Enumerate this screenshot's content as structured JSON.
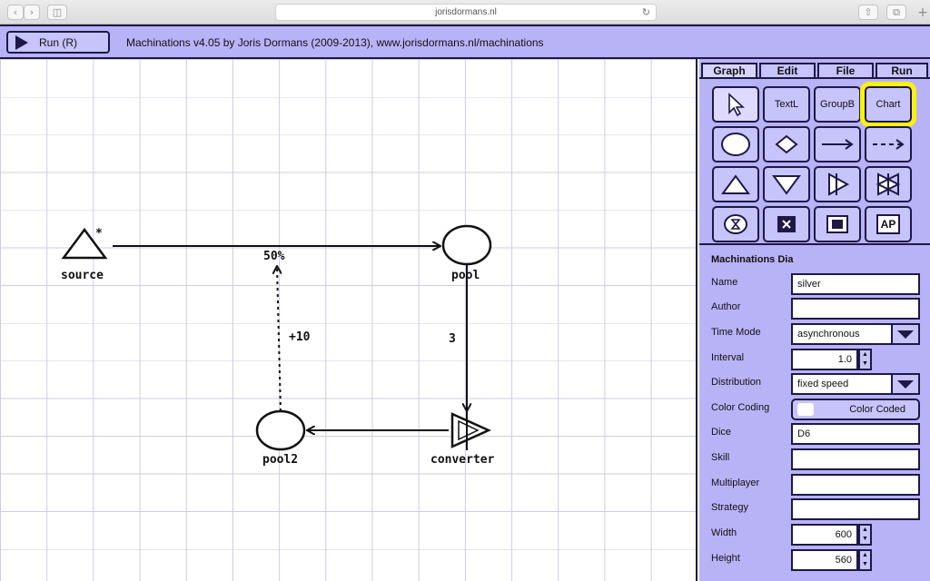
{
  "browser": {
    "url": "jorisdormans.nl"
  },
  "app": {
    "run_label": "Run (R)",
    "title": "Machinations v4.05 by Joris Dormans (2009-2013), www.jorisdormans.nl/machinations"
  },
  "diagram": {
    "source_label": "source",
    "source_mark": "*",
    "pool_label": "pool",
    "pool2_label": "pool2",
    "converter_label": "converter",
    "edge_source_pool": "50%",
    "edge_pool2_label": "+10",
    "edge_pool_converter": "3"
  },
  "panel": {
    "tabs": [
      "Graph",
      "Edit",
      "File",
      "Run"
    ],
    "tools": [
      "TextL",
      "GroupB",
      "Chart",
      "AP"
    ],
    "props_title": "Machinations Dia",
    "labels": {
      "name": "Name",
      "author": "Author",
      "time_mode": "Time Mode",
      "interval": "Interval",
      "distribution": "Distribution",
      "color_coding": "Color Coding",
      "dice": "Dice",
      "skill": "Skill",
      "multiplayer": "Multiplayer",
      "strategy": "Strategy",
      "width": "Width",
      "height": "Height"
    },
    "values": {
      "name": "silver",
      "author": "",
      "time_mode": "asynchronous",
      "interval": "1.0",
      "distribution": "fixed speed",
      "color_coding": "Color Coded",
      "dice": "D6",
      "skill": "",
      "multiplayer": "",
      "strategy": "",
      "width": "600",
      "height": "560"
    }
  },
  "colors": {
    "panel": "#b8b3f7",
    "border": "#1d1946",
    "highlight": "#f7f20e"
  }
}
